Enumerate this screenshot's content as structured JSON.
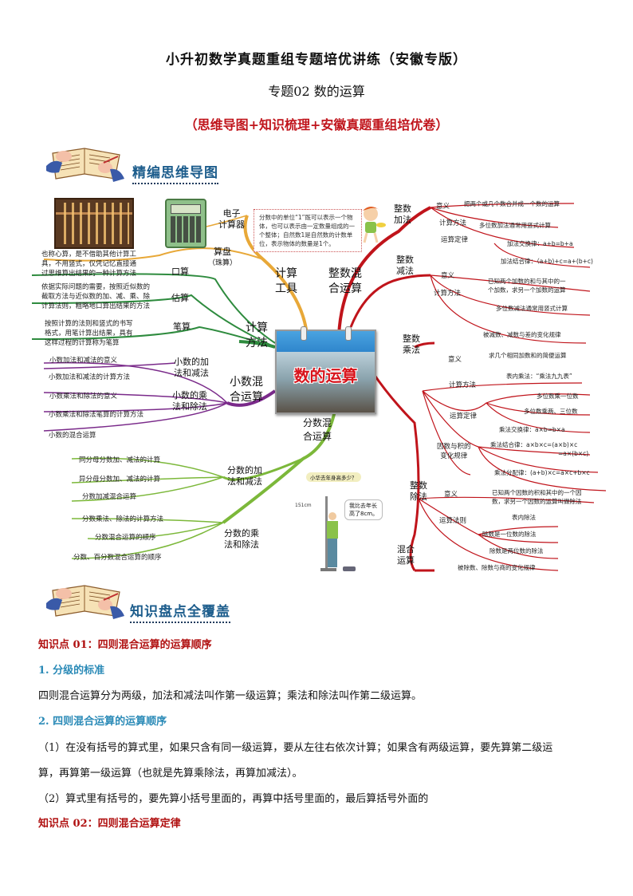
{
  "header": {
    "title": "小升初数学真题重组专题培优讲练（安徽专版）",
    "subtitle": "专题02  数的运算",
    "tagline": "（思维导图+知识梳理+安徽真题重组培优卷）"
  },
  "mindmap_section": {
    "title": "精编思维导图",
    "icon": "open-book-writing-icon"
  },
  "mindmap": {
    "center": "数的运算",
    "note_box": "分数中的单位“1”既可以表示一个物体，也可以表示由一定数量组成的一个整体；自然数1是自然数的计数单位，表示物体的数量是1个。",
    "branches": {
      "tools": {
        "label": "计算\n工具",
        "label_l1": "计算",
        "label_l2": "工具",
        "color": "#e8a838",
        "items": [
          "电子计算器",
          "算盘（珠算）"
        ],
        "item_calc_l1": "电子",
        "item_calc_l2": "计算器",
        "item_abacus_l1": "算盘",
        "item_abacus_l2": "（珠算）"
      },
      "methods": {
        "label_l1": "计算",
        "label_l2": "方法",
        "color": "#2e8b3e",
        "items": [
          {
            "name": "口算",
            "desc": [
              "也称心算，是不借助其他计算工",
              "具，不用竖式，仅凭记忆直接通",
              "过思维算出结果的一种计算方法"
            ]
          },
          {
            "name": "估算",
            "desc": [
              "依据实际问题的需要，按照近似数的",
              "截取方法与近似数的加、减、乘、除",
              "计算法则，粗略地口算出结果的方法"
            ]
          },
          {
            "name": "笔算",
            "desc": [
              "按照计算的法则和竖式的书写",
              "格式，用笔计算出结果，具有",
              "这样过程的计算称为笔算"
            ]
          }
        ]
      },
      "decimals": {
        "label_l1": "小数混",
        "label_l2": "合运算",
        "color": "#7a2a8a",
        "groups": [
          {
            "name_l1": "小数的加",
            "name_l2": "法和减法",
            "items": [
              "小数加法和减法的意义",
              "小数加法和减法的计算方法"
            ]
          },
          {
            "name_l1": "小数的乘",
            "name_l2": "法和除法",
            "items": [
              "小数乘法和除法的意义",
              "小数乘法和除法笔算的计算方法",
              "小数的混合运算"
            ]
          }
        ]
      },
      "fractions": {
        "label_l1": "分数混",
        "label_l2": "合运算",
        "color": "#7cb83a",
        "groups": [
          {
            "name_l1": "分数的加",
            "name_l2": "法和减法",
            "items": [
              "同分母分数加、减法的计算",
              "异分母分数加、减法的计算",
              "分数加减混合运算"
            ]
          },
          {
            "name_l1": "分数的乘",
            "name_l2": "法和除法",
            "items": [
              "分数乘法、除法的计算方法",
              "分数混合运算的顺序",
              "分数、百分数混合运算的顺序"
            ]
          }
        ],
        "illustration": {
          "question": "小华去年身高多少？",
          "answer_l1": "我比去年长",
          "answer_l2": "高了8cm。",
          "height_mark": "151cm"
        }
      },
      "integers": {
        "label_l1": "整数混",
        "label_l2": "合运算",
        "color": "#c0141b",
        "addition": {
          "name_l1": "整数",
          "name_l2": "加法",
          "meaning_label": "意义",
          "meaning": "把两个或几个数合并成一个数的运算",
          "method_label": "计算方法",
          "method": "多位数加法通常用竖式计算",
          "law_label": "运算定律",
          "law1": "加法交换律：a+b=b+a",
          "law2": "加法结合律：（a+b)+c=a+(b+c)"
        },
        "subtraction": {
          "name_l1": "整数",
          "name_l2": "减法",
          "meaning_label": "意义",
          "meaning_l1": "已知两个加数的和与其中的一",
          "meaning_l2": "个加数，求另一个加数的运算",
          "method_label": "计算方法",
          "method": "多位数减法通常用竖式计算",
          "rule": "被减数、减数与差的变化规律"
        },
        "multiplication": {
          "name_l1": "整数",
          "name_l2": "乘法",
          "meaning_label": "意义",
          "meaning": "求几个相同加数和的简便运算",
          "method_label": "计算方法",
          "methods": [
            "表内乘法：“乘法九九表”",
            "多位数乘一位数",
            "多位数乘两、三位数"
          ],
          "law_label": "运算定律",
          "laws": [
            "乘法交换律：a×b=b×a",
            "乘法结合律：a×b×c=(a×b)×c",
            "=a×(b×c)",
            "乘法分配律：(a+b)×c=a×c+b×c"
          ],
          "rule_l1": "因数与积的",
          "rule_l2": "变化规律"
        },
        "division": {
          "name_l1": "整数",
          "name_l2": "除法",
          "meaning_label": "意义",
          "meaning_l1": "已知两个因数的积和其中的一个因",
          "meaning_l2": "数，求另一个因数的运算叫做除法",
          "rule_label": "运算法则",
          "rules": [
            "表内除法",
            "除数是一位数的除法",
            "除数是两位数的除法"
          ],
          "change_rule": "被除数、除数与商的变化规律"
        },
        "mixed": {
          "name_l1": "混合",
          "name_l2": "运算"
        }
      }
    }
  },
  "knowledge_section": {
    "title": "知识盘点全覆盖",
    "icon": "open-book-writing-icon"
  },
  "content": {
    "kp1_title": "知识点 01：四则混合运算的运算顺序",
    "h1": "1. 分级的标准",
    "p1": "四则混合运算分为两级，加法和减法叫作第一级运算；乘法和除法叫作第二级运算。",
    "h2": "2. 四则混合运算的运算顺序",
    "p2_l1": "（1）在没有括号的算式里，如果只含有同一级运算，要从左往右依次计算；如果含有两级运算，要先算第二级运",
    "p2_l2": "算，再算第一级运算（也就是先算乘除法，再算加减法）。",
    "p3": "（2）算式里有括号的，要先算小括号里面的，再算中括号里面的，最后算括号外面的",
    "kp2_title": "知识点 02：四则混合运算定律"
  }
}
